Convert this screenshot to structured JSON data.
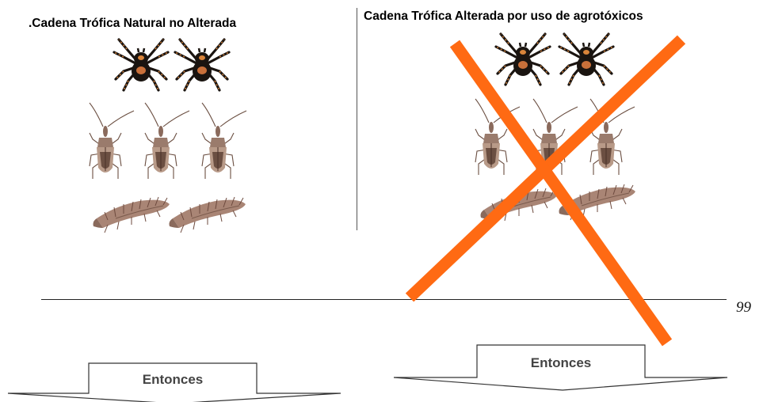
{
  "left_panel": {
    "title": ".Cadena Trófica Natural no Alterada",
    "organisms": {
      "spiders": 2,
      "bugs": 3,
      "larvae": 2
    }
  },
  "right_panel": {
    "title": "Cadena Trófica Alterada por uso de agrotóxicos",
    "organisms": {
      "spiders": 2,
      "bugs": 3,
      "larvae": 2
    },
    "cross_color": "#ff6a13"
  },
  "page_number": "99",
  "arrows": {
    "left_label": "Entonces",
    "right_label": "Entonces"
  },
  "colors": {
    "spider_body": "#1a1410",
    "spider_orange": "#d9843a",
    "bug_body": "#b89a88",
    "bug_dark": "#6b4f42",
    "larva_body": "#a98575"
  }
}
